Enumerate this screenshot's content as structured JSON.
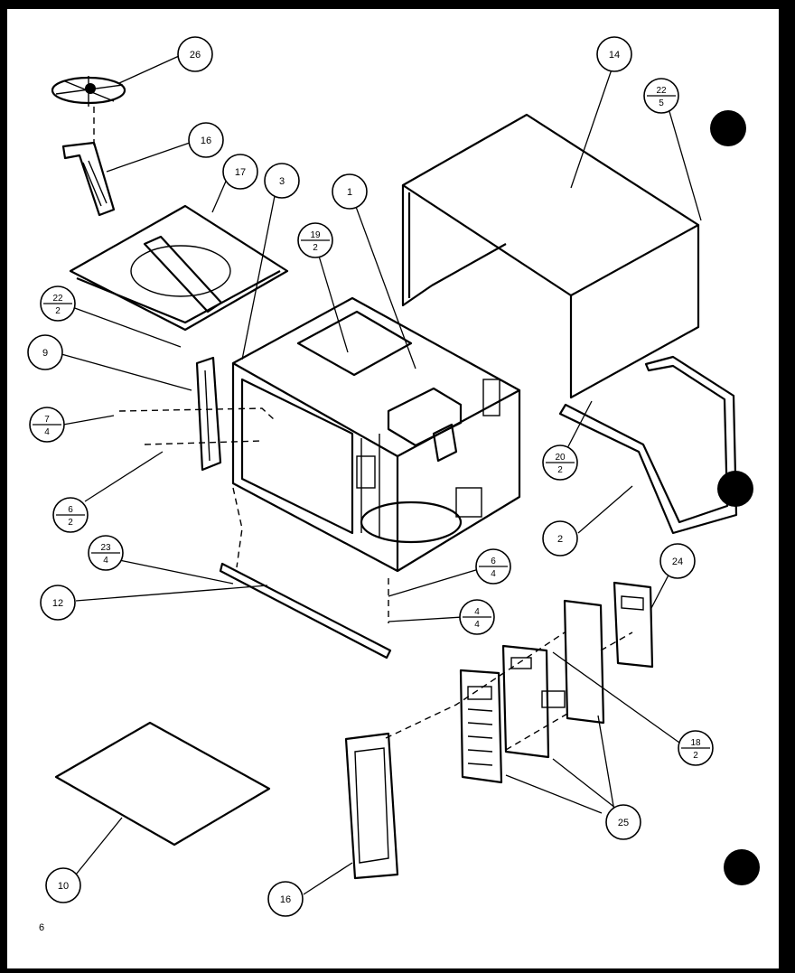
{
  "page_number": "6",
  "callouts": [
    {
      "id": "c26",
      "top": "26",
      "bottom": ""
    },
    {
      "id": "c16a",
      "top": "16",
      "bottom": ""
    },
    {
      "id": "c17",
      "top": "17",
      "bottom": ""
    },
    {
      "id": "c3",
      "top": "3",
      "bottom": ""
    },
    {
      "id": "c1",
      "top": "1",
      "bottom": ""
    },
    {
      "id": "c14",
      "top": "14",
      "bottom": ""
    },
    {
      "id": "c22b5",
      "top": "22",
      "bottom": "5"
    },
    {
      "id": "c19",
      "top": "19",
      "bottom": "2"
    },
    {
      "id": "c22b2",
      "top": "22",
      "bottom": "2"
    },
    {
      "id": "c9",
      "top": "9",
      "bottom": ""
    },
    {
      "id": "c7",
      "top": "7",
      "bottom": "4"
    },
    {
      "id": "c6a",
      "top": "6",
      "bottom": "2"
    },
    {
      "id": "c20",
      "top": "20",
      "bottom": "2"
    },
    {
      "id": "c2",
      "top": "2",
      "bottom": ""
    },
    {
      "id": "c23",
      "top": "23",
      "bottom": "4"
    },
    {
      "id": "c12",
      "top": "12",
      "bottom": ""
    },
    {
      "id": "c6b",
      "top": "6",
      "bottom": "4"
    },
    {
      "id": "c4",
      "top": "4",
      "bottom": "4"
    },
    {
      "id": "c24",
      "top": "24",
      "bottom": ""
    },
    {
      "id": "c18",
      "top": "18",
      "bottom": "2"
    },
    {
      "id": "c25",
      "top": "25",
      "bottom": ""
    },
    {
      "id": "c10",
      "top": "10",
      "bottom": ""
    },
    {
      "id": "c16b",
      "top": "16",
      "bottom": ""
    }
  ]
}
